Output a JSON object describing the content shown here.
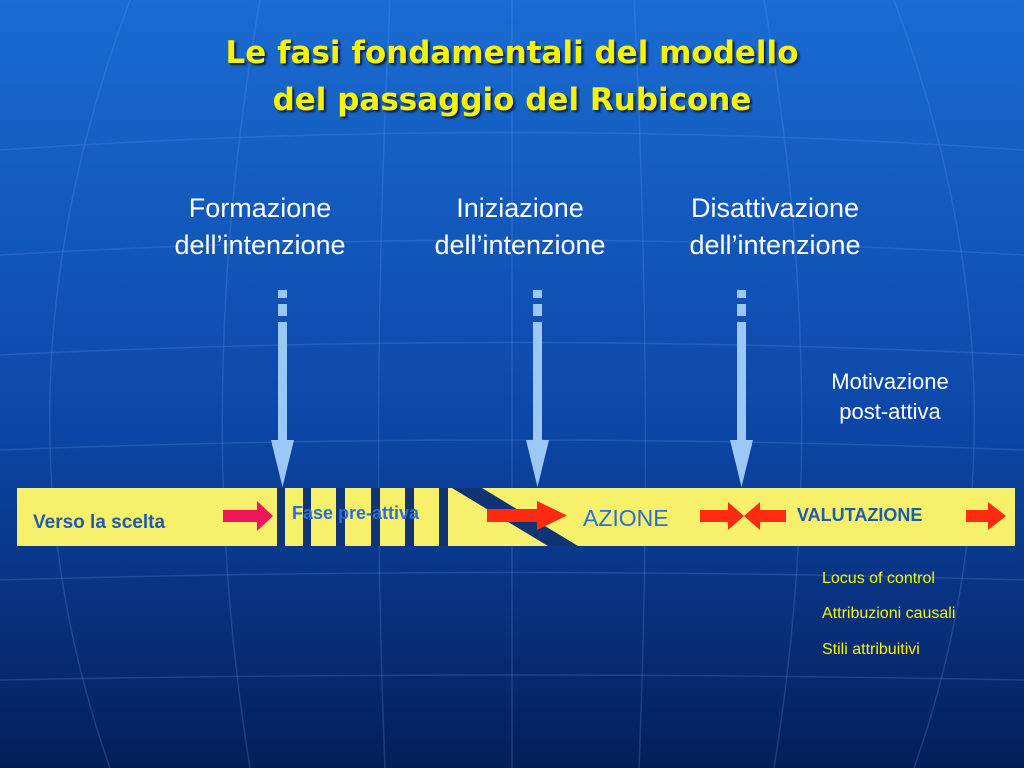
{
  "title": {
    "line1": "Le fasi fondamentali del modello",
    "line2": "del passaggio del Rubicone"
  },
  "phases": [
    {
      "line1": "Formazione",
      "line2": "dell’intenzione"
    },
    {
      "line1": "Iniziazione",
      "line2": "dell’intenzione"
    },
    {
      "line1": "Disattivazione",
      "line2": "dell’intenzione"
    }
  ],
  "motivation": {
    "line1": "Motivazione",
    "line2": "post-attiva"
  },
  "bar": {
    "verso": "Verso la scelta",
    "pre_attiva": "Fase pre-attiva",
    "azione": "AZIONE",
    "valutazione": "VALUTAZIONE"
  },
  "evaluation_items": [
    "Locus of control",
    "Attribuzioni causali",
    "Stili attribuitivi"
  ],
  "colors": {
    "background_top": "#1a6cd2",
    "background_bottom": "#041e5a",
    "title": "#f5f500",
    "bar_fill": "#f6f06a",
    "bar_text": "#1f5bb0",
    "arrow_down": "#9cc8f7",
    "arrow_right_red": "#ff2a12",
    "arrow_pink": "#f0145a",
    "separator": "#0e3473"
  },
  "icons": [
    "down-arrow-icon",
    "right-arrow-icon",
    "left-arrow-icon"
  ]
}
